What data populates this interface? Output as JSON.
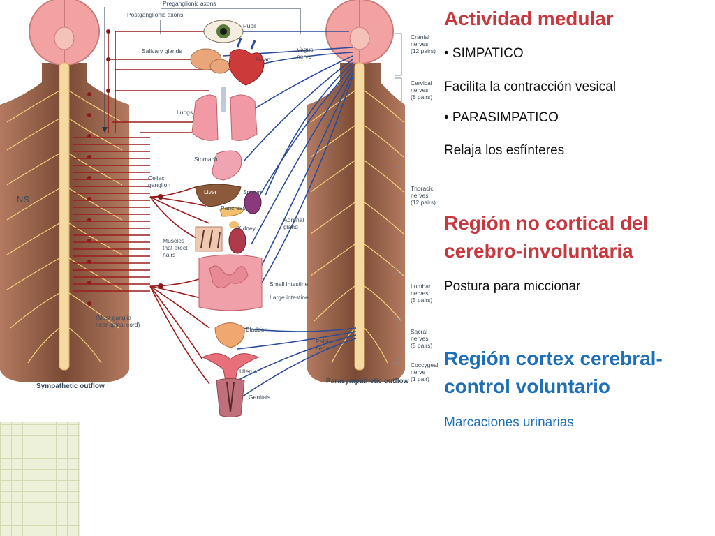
{
  "diagram": {
    "labels": {
      "preganglionic": "Preganglionic axons",
      "postganglionic": "Postganglionic axons",
      "pupil": "Pupil",
      "salivary": "Salivary glands",
      "heart": "Heart",
      "vagus1": "Vagus",
      "vagus2": "nerve",
      "lungs": "Lungs",
      "stomach": "Stomach",
      "celiac1": "Celiac",
      "celiac2": "ganglion",
      "liver": "Liver",
      "spleen": "Spleen",
      "pancreas": "Pancreas",
      "kidney": "Kidney",
      "adrenal1": "Adrenal",
      "adrenal2": "gland",
      "muscles1": "Muscles",
      "muscles2": "that erect",
      "muscles3": "hairs",
      "small_int": "Small intestine",
      "large_int": "Large intestine",
      "most_ganglia1": "(Most ganglia",
      "most_ganglia2": "near spinal cord)",
      "bladder": "Bladder",
      "pelvic1": "Pelvic",
      "pelvic2": "nerve",
      "uterus": "Uterus",
      "genitals": "Genitals",
      "sympathetic_outflow": "Sympathetic outflow",
      "parasympathetic_outflow": "Parasympathetic outflow",
      "cranial1": "Cranial",
      "cranial2": "nerves",
      "cranial3": "(12 pairs)",
      "cervical1": "Cervical",
      "cervical2": "nerves",
      "cervical3": "(8 pairs)",
      "thoracic1": "Thoracic",
      "thoracic2": "nerves",
      "thoracic3": "(12 pairs)",
      "lumbar1": "Lumbar",
      "lumbar2": "nerves",
      "lumbar3": "(5 pairs)",
      "sacral1": "Sacral",
      "sacral2": "nerves",
      "sacral3": "(5 pairs)",
      "coccygeal1": "Coccygeal",
      "coccygeal2": "nerve",
      "coccygeal3": "(1 pair)",
      "ns": "NS"
    }
  },
  "slide": {
    "heading1": "Actividad medular",
    "bullet1": "• SIMPATICO",
    "text1": "Facilita la contracción vesical",
    "bullet2": "• PARASIMPATICO",
    "text2": "Relaja los esfínteres",
    "heading2_line1": "Región no cortical del",
    "heading2_line2": "cerebro-involuntaria",
    "text3": "Postura para miccionar",
    "heading3_line1": "Región cortex cerebral-",
    "heading3_line2": "control voluntario",
    "text4": "Marcaciones urinarias"
  },
  "colors": {
    "heading_red": "#c8373d",
    "heading_blue": "#1f6fb8",
    "body_text": "#111111",
    "sympathetic_nerve": "#9b1b1b",
    "parasympathetic_nerve": "#2b4c9a",
    "body_silhouette": "#8a5540",
    "brain": "#f2a2a0",
    "spinal_cord": "#f4d9a0"
  }
}
